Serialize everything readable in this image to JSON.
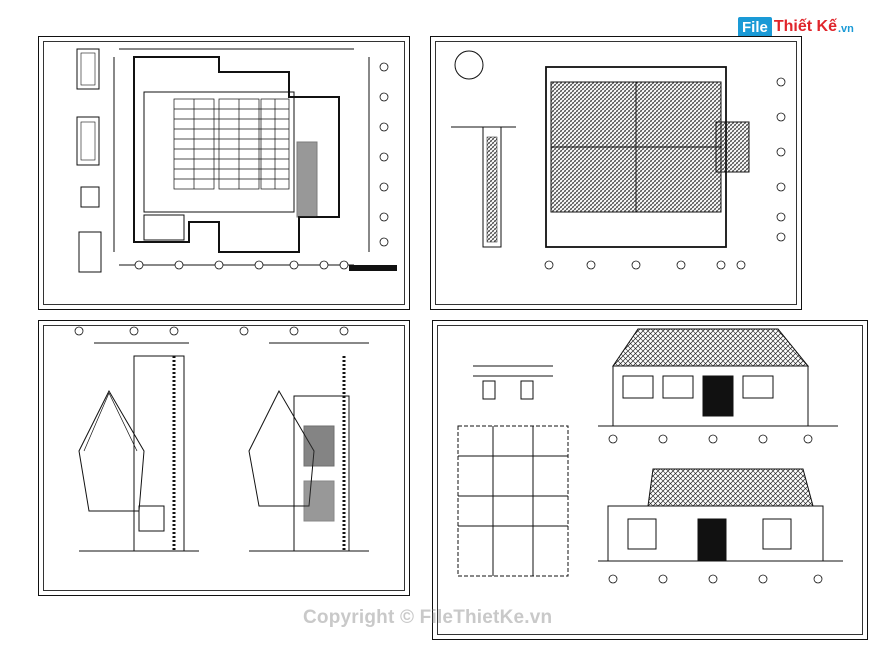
{
  "brand": {
    "prefix": "File",
    "name": "Thiết Kế",
    "domain": ".vn"
  },
  "watermark": {
    "text": "Copyright © FileThietKe.vn"
  }
}
